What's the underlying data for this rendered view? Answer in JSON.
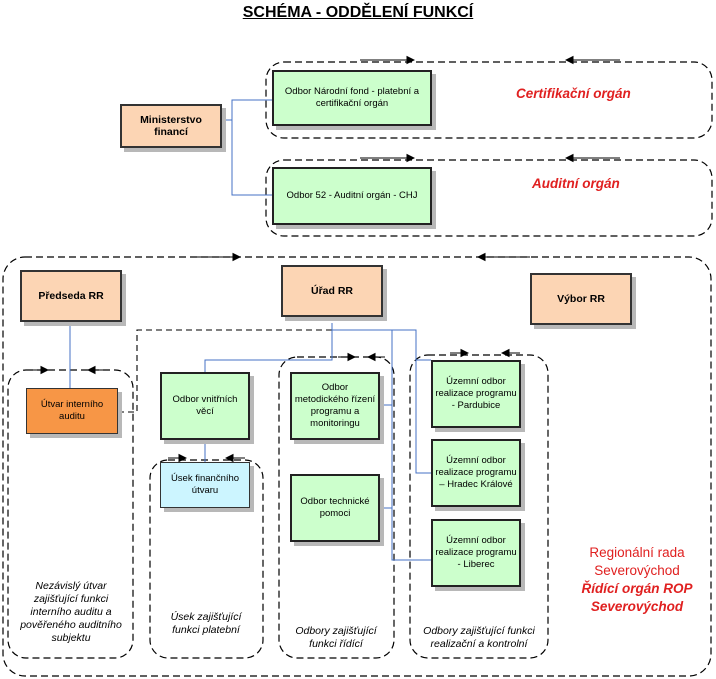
{
  "title": "SCHÉMA - ODDĚLENÍ FUNKCÍ",
  "boxes": {
    "ministerstvo": "Ministerstvo financí",
    "narodni_fond": "Odbor Národní fond - platební a certifikační orgán",
    "auditni_organ": "Odbor 52 - Auditní orgán - CHJ",
    "predseda": "Předseda RR",
    "urad": "Úřad RR",
    "vybor": "Výbor RR",
    "utvar_auditu": "Útvar interního auditu",
    "vnitrni_veci": "Odbor vnitřních věcí",
    "usek_financni": "Úsek finančního útvaru",
    "metodicke_rizeni": "Odbor metodického řízení programu a monitoringu",
    "technicka_pomoc": "Odbor technické pomoci",
    "pardubice": "Územní odbor realizace programu - Pardubice",
    "hradec": "Územní odbor realizace programu – Hradec Králové",
    "liberec": "Územní odbor realizace programu - Liberec"
  },
  "labels": {
    "certifikacni": "Certifikační orgán",
    "auditni": "Auditní orgán",
    "region_line1": "Regionální rada",
    "region_line2": "Severovýchod",
    "region_line3": "Řídící orgán ROP",
    "region_line4": "Severovýchod"
  },
  "captions": {
    "nezavisly": "Nezávislý útvar zajišťující funkci interního auditu a pověřeného auditního subjektu",
    "usek_platebni": "Úsek zajišťující funkci platební",
    "odbory_ridici": "Odbory zajišťující funkci řídící",
    "odbory_realizacni": "Odbory zajišťující funkci realizační a kontrolní"
  },
  "colors": {
    "green_box": "#ccffcc",
    "peach_box": "#fcd5b4",
    "orange_box": "#f79646",
    "cyan_box": "#ccf5ff",
    "connector": "#4472c4",
    "red_label": "#e02020"
  }
}
